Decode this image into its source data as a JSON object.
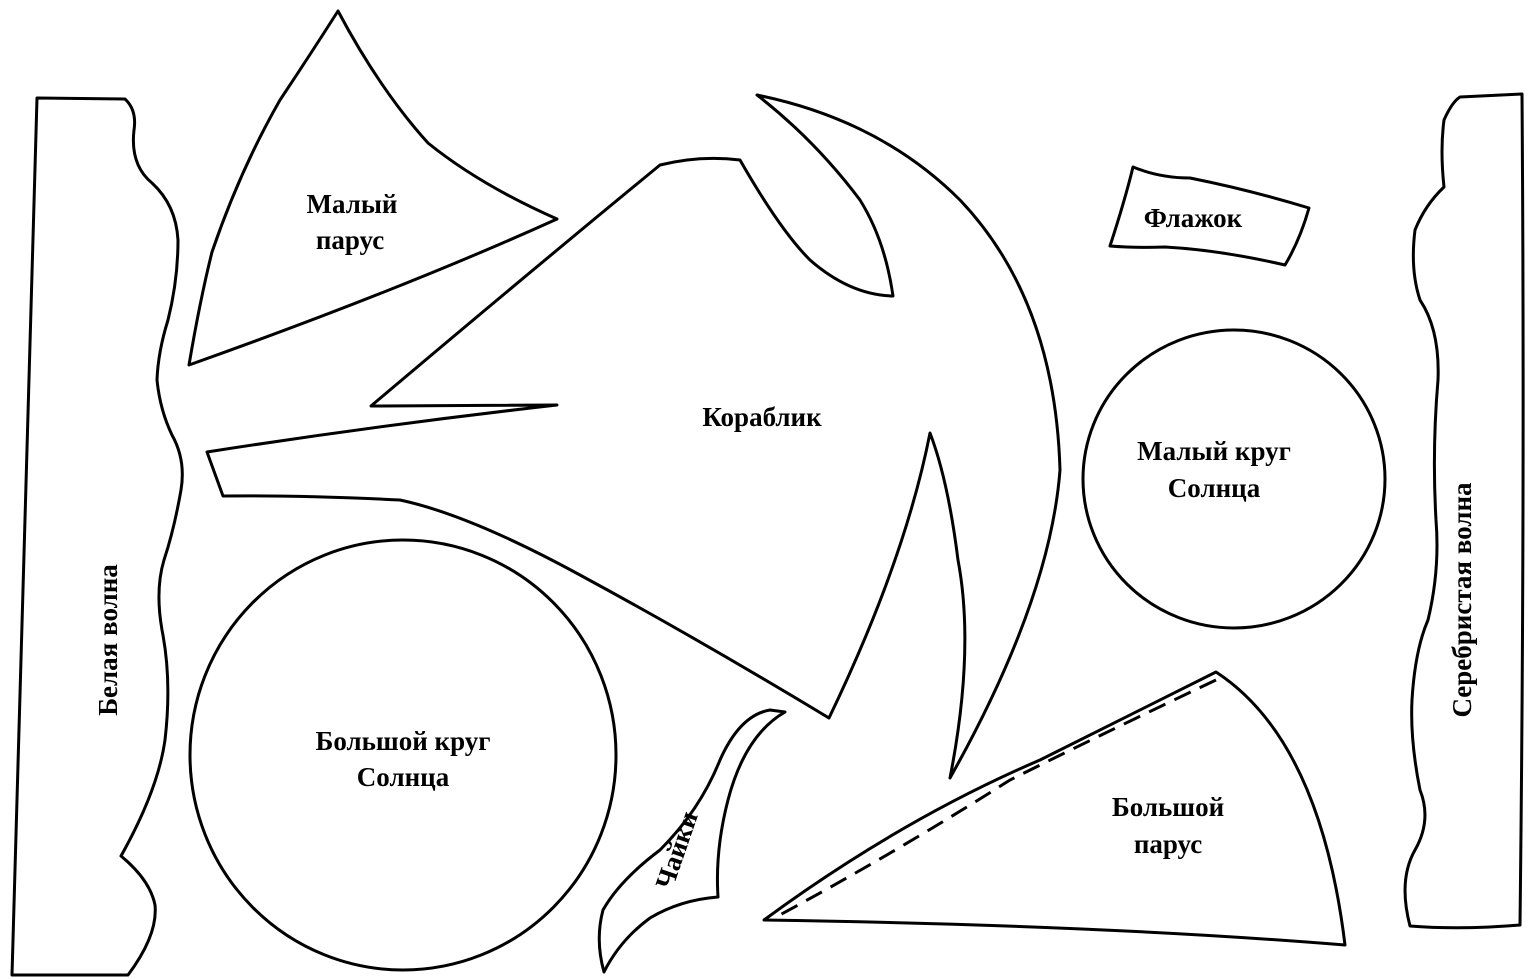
{
  "template": {
    "stroke_color": "#000000",
    "fill_color": "#ffffff",
    "pieces": {
      "white_wave": {
        "label": "Белая волна"
      },
      "small_sail": {
        "label_line1": "Малый",
        "label_line2": "парус"
      },
      "boat": {
        "label": "Кораблик"
      },
      "flag": {
        "label": "Флажок"
      },
      "small_sun_circle": {
        "label_line1": "Малый круг",
        "label_line2": "Солнца"
      },
      "silver_wave": {
        "label": "Серебристая волна"
      },
      "big_sun_circle": {
        "label_line1": "Большой круг",
        "label_line2": "Солнца"
      },
      "seagulls": {
        "label": "Чайки"
      },
      "big_sail": {
        "label_line1": "Большой",
        "label_line2": "парус"
      }
    }
  }
}
